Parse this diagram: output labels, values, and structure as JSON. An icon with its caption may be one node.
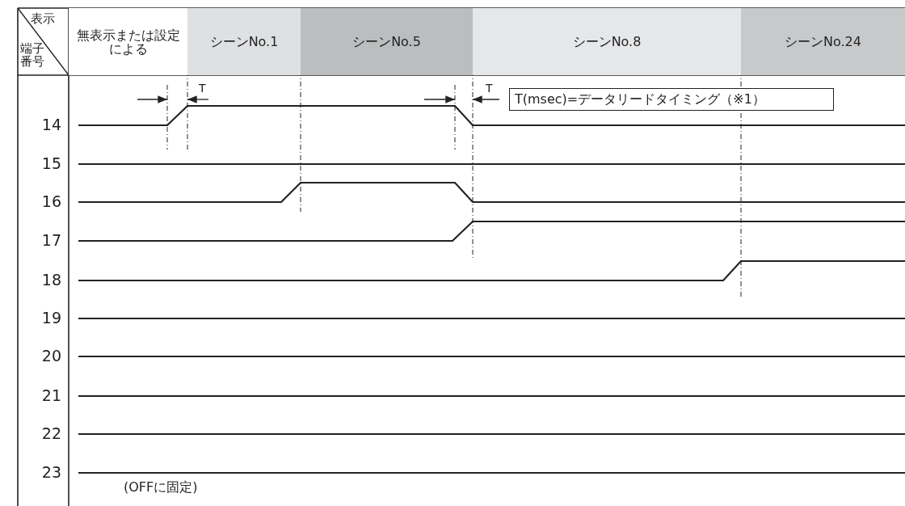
{
  "diagram": {
    "nodes": [
      {
        "text": [
          "無表示または設定による"
        ]
      },
      {
        "text": [
          "シーンNo.1"
        ]
      },
      {
        "text": [
          "シーンNo.5"
        ]
      },
      {
        "text": [
          "シーンNo.8"
        ]
      },
      {
        "text": [
          "シーンNo.24"
        ]
      },
      {
        "text": [
          "T(msec)=データリードタイミング（※1）"
        ]
      }
    ],
    "labels": [
      "表示",
      "端子番号",
      "T",
      "T",
      "14",
      "15",
      "16",
      "17",
      "18",
      "19",
      "20",
      "21",
      "22",
      "23",
      "(OFFに固定)"
    ]
  }
}
